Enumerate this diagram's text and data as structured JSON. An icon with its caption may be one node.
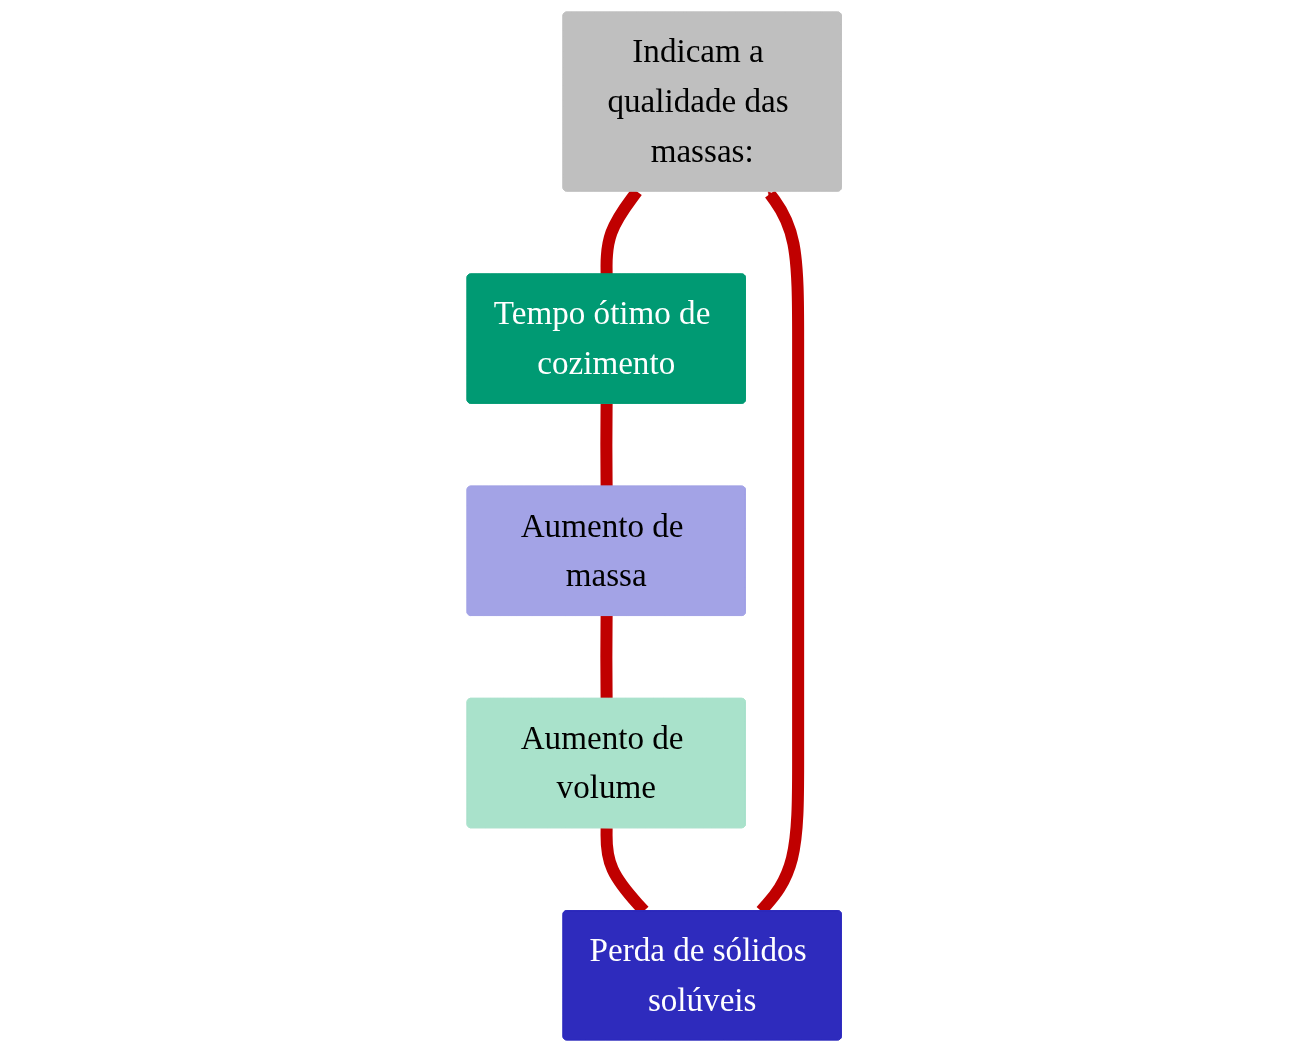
{
  "diagram": {
    "nodes": [
      {
        "text": [
          "Indicam a qualidade das massas:"
        ]
      },
      {
        "text": [
          "Perda de sólidos solúveis"
        ]
      },
      {
        "text": [
          "Tempo ótimo de cozimento"
        ]
      },
      {
        "text": [
          "Aumento de volume"
        ]
      },
      {
        "text": [
          "Aumento de massa"
        ]
      }
    ],
    "edges": [
      {
        "from": 0,
        "to": 2,
        "arrow": "none"
      },
      {
        "from": 2,
        "to": 4,
        "arrow": "none"
      },
      {
        "from": 4,
        "to": 3,
        "arrow": "none"
      },
      {
        "from": 3,
        "to": 1,
        "arrow": "none"
      },
      {
        "from": 1,
        "to": 0,
        "arrow": "to"
      }
    ]
  }
}
